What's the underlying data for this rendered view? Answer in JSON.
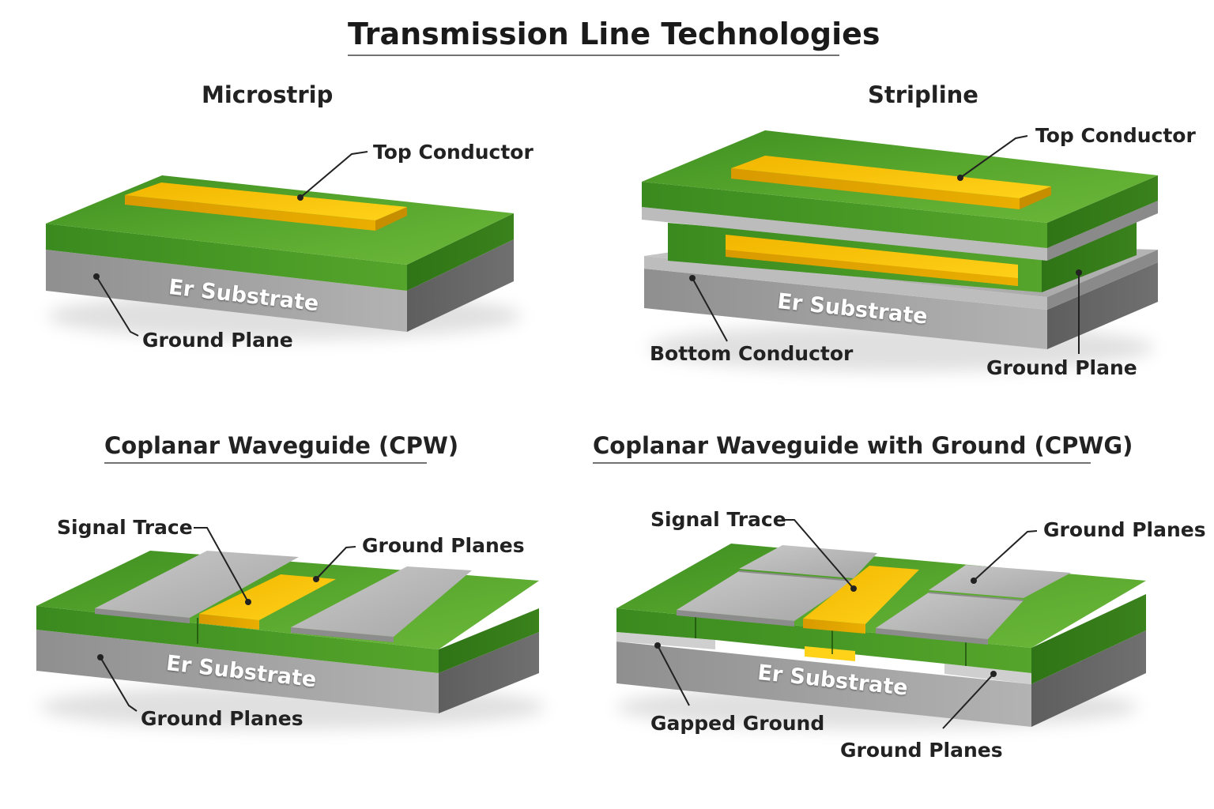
{
  "title": "Transmission Line Technologies",
  "sections": {
    "microstrip": {
      "title": "Microstrip",
      "labels": {
        "top_conductor": "Top Conductor",
        "substrate": "Er Substrate",
        "ground_plane": "Ground Plane"
      }
    },
    "stripline": {
      "title": "Stripline",
      "labels": {
        "top_conductor": "Top Conductor",
        "substrate": "Er Substrate",
        "bottom_conductor": "Bottom Conductor",
        "ground_plane": "Ground Plane"
      }
    },
    "cpw": {
      "title": "Coplanar Waveguide (CPW)",
      "labels": {
        "signal_trace": "Signal Trace",
        "ground_planes_top": "Ground Planes",
        "substrate": "Er Substrate",
        "ground_planes_bottom": "Ground Planes"
      }
    },
    "cpwg": {
      "title": "Coplanar Waveguide with Ground (CPWG)",
      "labels": {
        "signal_trace": "Signal Trace",
        "ground_planes_top": "Ground Planes",
        "substrate": "Er Substrate",
        "gapped_ground": "Gapped Ground",
        "ground_planes_bottom": "Ground Planes"
      }
    }
  },
  "colors": {
    "substrate_green": "#4f9f2a",
    "conductor_gold": "#f5c20b",
    "ground_gray": "#a9a9a9"
  }
}
